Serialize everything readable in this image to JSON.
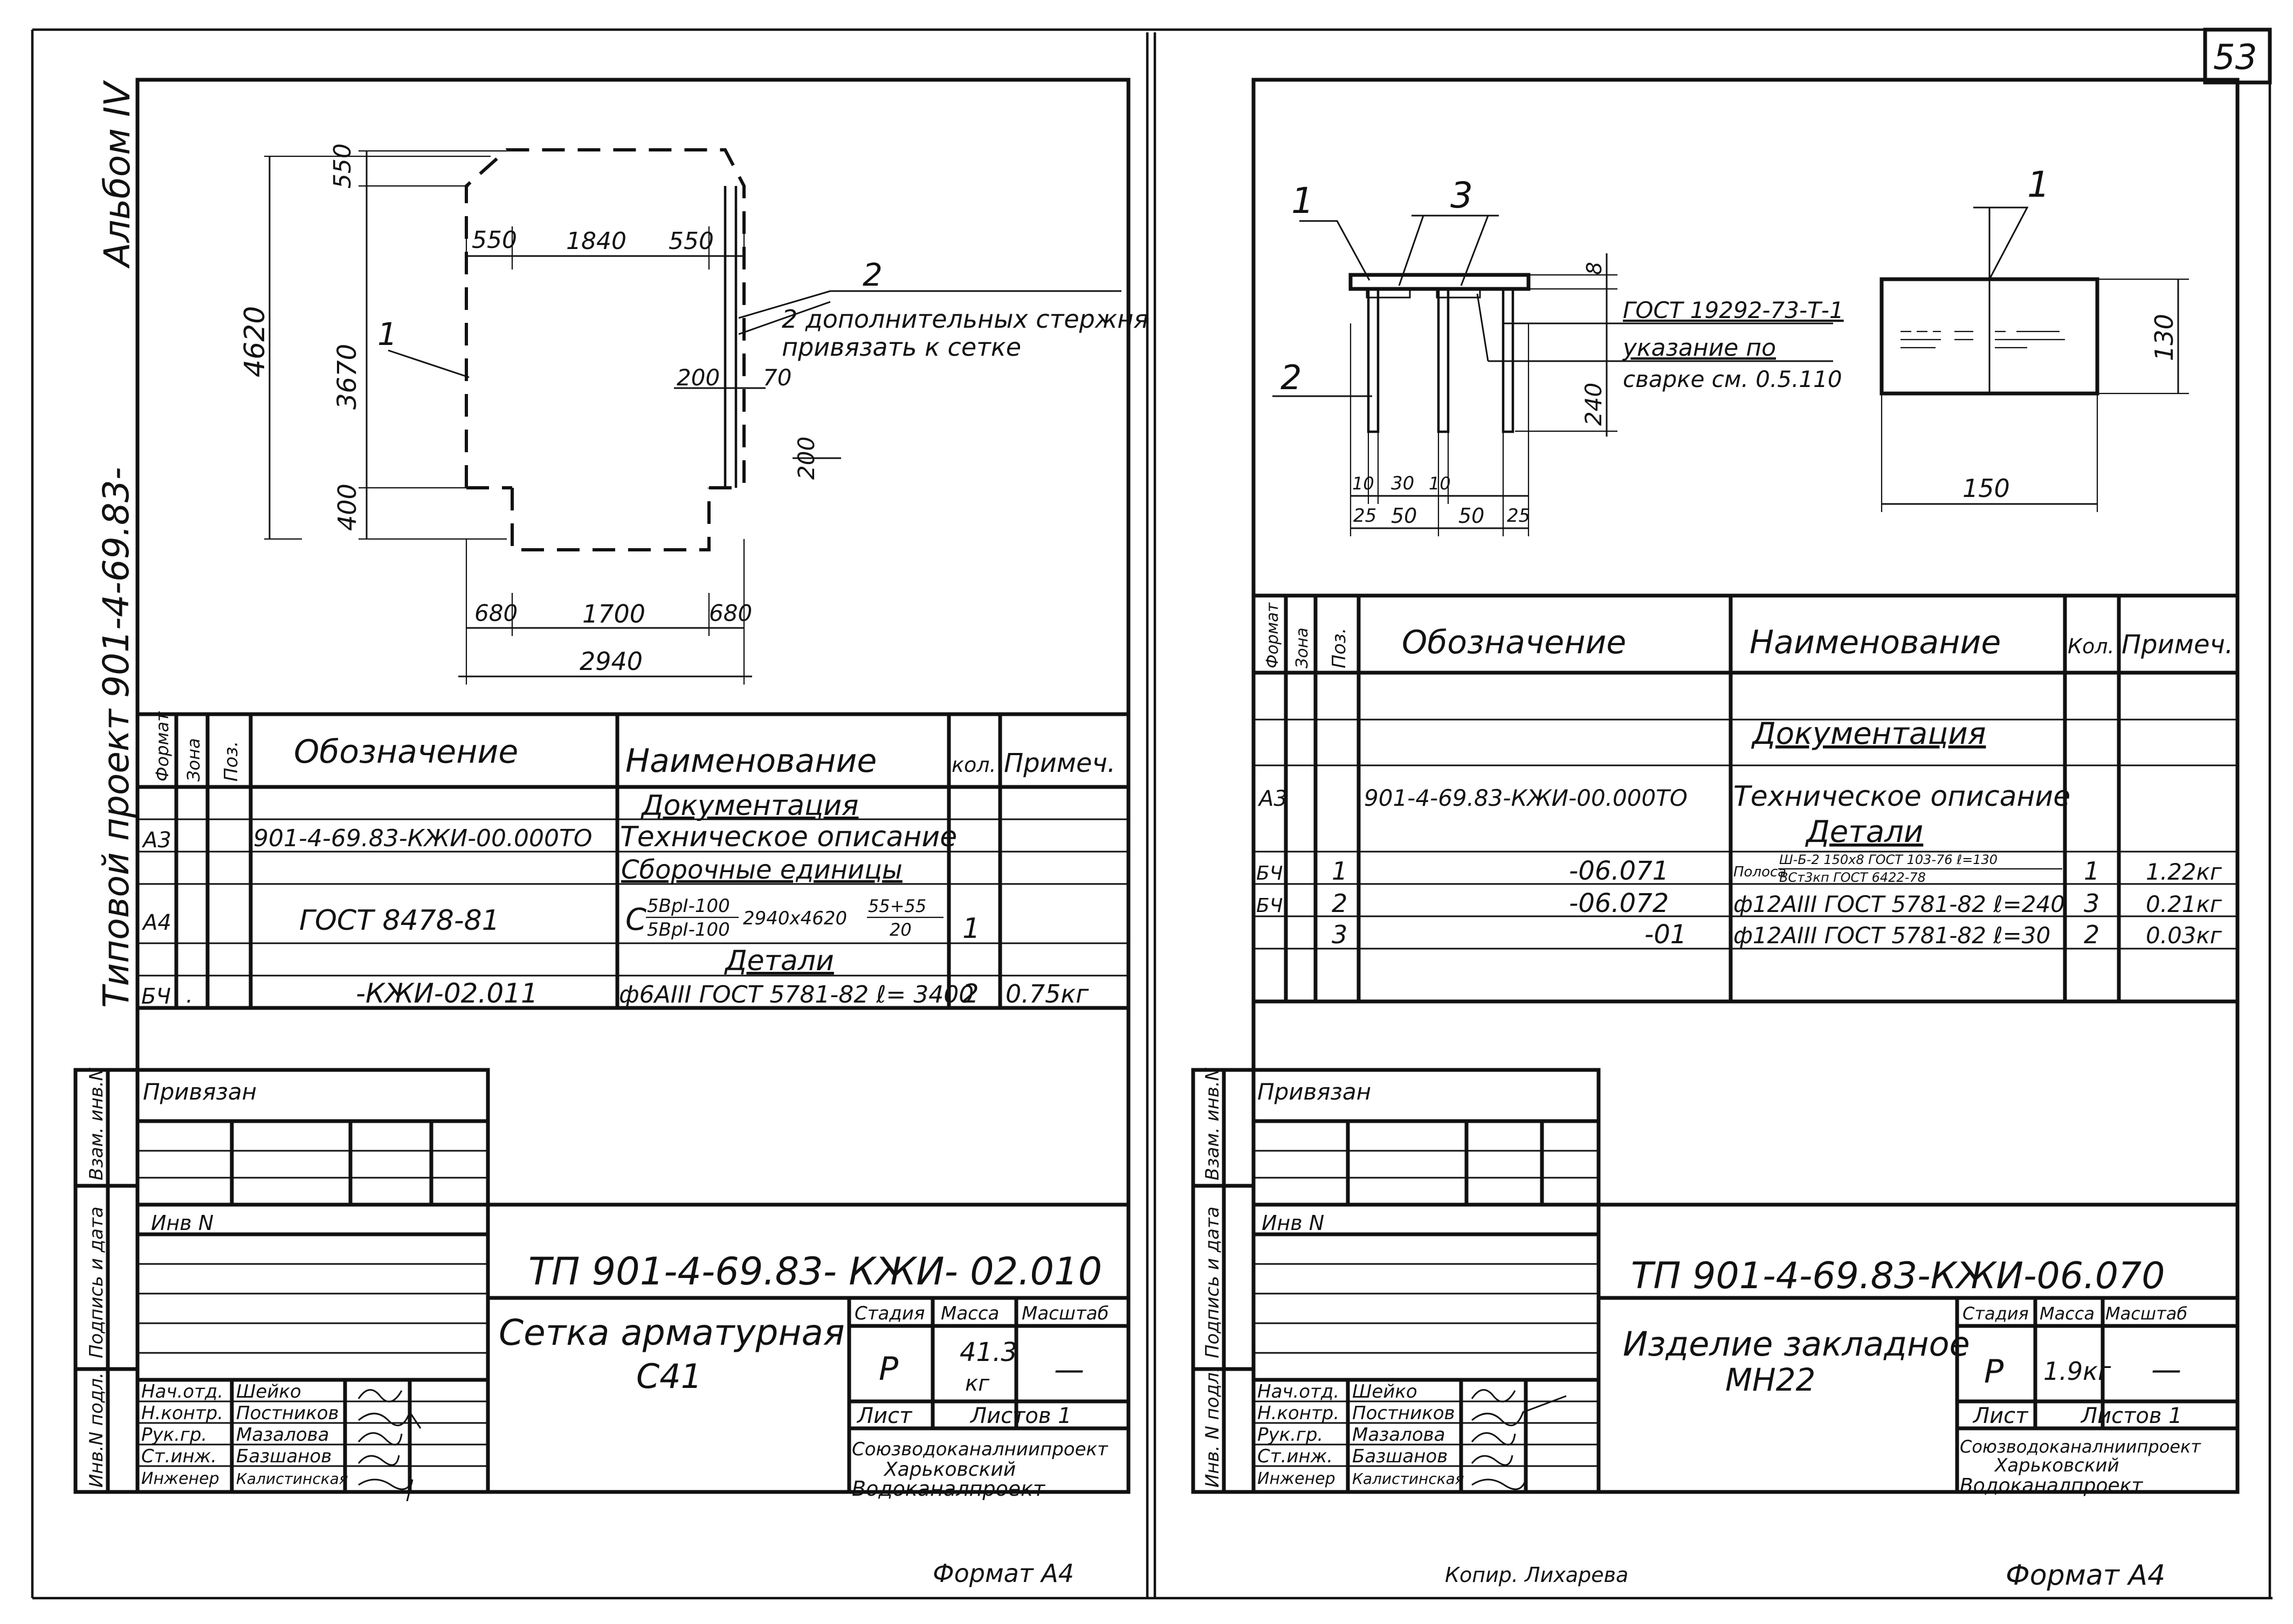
{
  "page_number": "53",
  "left_sheet": {
    "album": "Альбом IV",
    "project": "Типовой проект 901-4-69.83-",
    "drawing": {
      "dims": {
        "d550": "550",
        "d1840": "1840",
        "d550b": "550",
        "d4620": "4620",
        "d3670": "3670",
        "d400": "400",
        "d200a": "200",
        "d70": "70",
        "d200b": "200",
        "d680": "680",
        "d1700": "1700",
        "d680b": "680",
        "d2940": "2940",
        "d550top": "550"
      },
      "callout1": "1",
      "callout2": "2",
      "note_line1": "2 дополнительных стержня",
      "note_line2": "привязать к сетке"
    },
    "spec": {
      "headers": {
        "format": "Формат",
        "zone": "Зона",
        "pos": "Поз.",
        "designation": "Обозначение",
        "name": "Наименование",
        "qty": "кол.",
        "note": "Примеч."
      },
      "section_docs": "Документация",
      "r1": {
        "format": "А3",
        "pos": "",
        "designation": "901-4-69.83-КЖИ-00.000ТО",
        "name": "Техническое описание",
        "qty": "",
        "note": ""
      },
      "section_assembly": "Сборочные единицы",
      "r2": {
        "format": "А4",
        "pos": "",
        "designation": "ГОСТ 8478-81",
        "name_prefix": "С",
        "name_top": "5ВрI-100",
        "name_bottom": "5ВрI-100",
        "name_mid": "2940х4620",
        "name_frac_top": "55+55",
        "name_frac_bottom": "20",
        "qty": "1",
        "note": ""
      },
      "section_parts": "Детали",
      "r3": {
        "format": "БЧ",
        "pos": ".",
        "designation": "-КЖИ-02.011",
        "name": "ф6АIII ГОСТ 5781-82 ℓ= 3400",
        "qty": "2",
        "note": "0.75кг"
      }
    },
    "side_labels": {
      "a": "Взам. инв.N",
      "b": "Подпись и дата",
      "c": "Инв.N подл."
    },
    "stamp": {
      "privyazan": "Привязан",
      "inv_n": "Инв N",
      "code": "ТП 901-4-69.83- КЖИ- 02.010",
      "title_line1": "Сетка арматурная",
      "title_line2": "С41",
      "stage_h": "Стадия",
      "mass_h": "Масса",
      "scale_h": "Масштаб",
      "stage": "Р",
      "mass": "41.3",
      "mass_unit": "кг",
      "scale": "—",
      "sheet": "Лист",
      "sheets": "Листов 1",
      "roles": [
        "Нач.отд.",
        "Н.контр.",
        "Рук.гр.",
        "Ст.инж.",
        "Инженер"
      ],
      "names": [
        "Шейко",
        "Постников",
        "Мазалова",
        "Базшанов",
        "Калистинская"
      ],
      "org_line1": "Союзводоканалниипроект",
      "org_line2": "Харьковский",
      "org_line3": "Водоканалпроект"
    },
    "format": "Формат А4"
  },
  "right_sheet": {
    "drawing": {
      "callout1a": "1",
      "callout3": "3",
      "callout2": "2",
      "callout1b": "1",
      "note_gost": "ГОСТ 19292-73-Т-1",
      "note_weld1": "указание по",
      "note_weld2": "сварке см. 0.5.110",
      "dims": {
        "d8": "8",
        "d240": "240",
        "d10a": "10",
        "d30": "30",
        "d10b": "10",
        "d25a": "25",
        "d50a": "50",
        "d50b": "50",
        "d25b": "25",
        "d130": "130",
        "d150": "150"
      }
    },
    "spec": {
      "headers": {
        "format": "Формат",
        "zone": "Зона",
        "pos": "Поз.",
        "designation": "Обозначение",
        "name": "Наименование",
        "qty": "Кол.",
        "note": "Примеч."
      },
      "section_docs": "Документация",
      "r1": {
        "format": "А3",
        "designation": "901-4-69.83-КЖИ-00.000ТО",
        "name": "Техническое описание"
      },
      "section_parts": "Детали",
      "r2": {
        "format": "БЧ",
        "pos": "1",
        "designation": "-06.071",
        "name_prefix": "Полоса",
        "name_top": "Ш-Б-2 150х8 ГОСТ 103-76 ℓ=130",
        "name_bottom": "ВСт3кп ГОСТ 6422-78",
        "qty": "1",
        "note": "1.22кг"
      },
      "r3": {
        "format": "БЧ",
        "pos": "2",
        "designation": "-06.072",
        "name": "ф12АIII ГОСТ 5781-82 ℓ=240",
        "qty": "3",
        "note": "0.21кг"
      },
      "r4": {
        "format": "",
        "pos": "3",
        "designation": "-01",
        "name": "ф12АIII ГОСТ 5781-82 ℓ=30",
        "qty": "2",
        "note": "0.03кг"
      }
    },
    "side_labels": {
      "a": "Взам. инв.N",
      "b": "Подпись и дата",
      "c": "Инв. N подл."
    },
    "stamp": {
      "privyazan": "Привязан",
      "inv_n": "Инв N",
      "code": "ТП 901-4-69.83-КЖИ-06.070",
      "title_line1": "Изделие закладное",
      "title_line2": "МН22",
      "stage_h": "Стадия",
      "mass_h": "Масса",
      "scale_h": "Масштаб",
      "stage": "Р",
      "mass": "1.9кг",
      "scale": "—",
      "sheet": "Лист",
      "sheets": "Листов 1",
      "roles": [
        "Нач.отд.",
        "Н.контр.",
        "Рук.гр.",
        "Ст.инж.",
        "Инженер"
      ],
      "names": [
        "Шейко",
        "Постников",
        "Мазалова",
        "Базшанов",
        "Калистинская"
      ],
      "org_line1": "Союзводоканалниипроект",
      "org_line2": "Харьковский",
      "org_line3": "Водоканалпроект"
    },
    "copied_by": "Копир. Лихарева",
    "format": "Формат А4"
  }
}
